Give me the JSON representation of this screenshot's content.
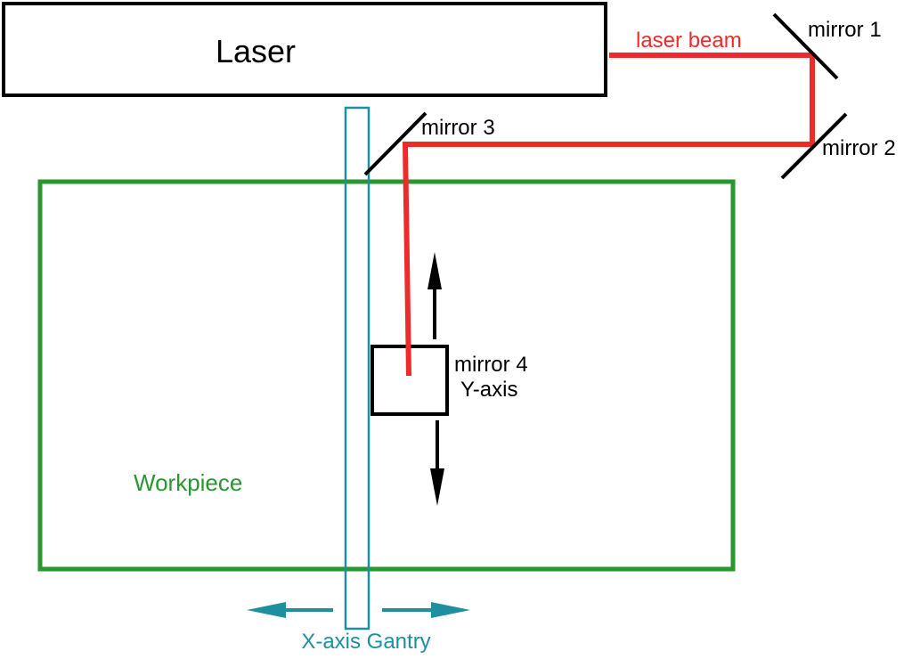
{
  "labels": {
    "laser": "Laser",
    "laser_beam": "laser beam",
    "mirror1": "mirror 1",
    "mirror2": "mirror 2",
    "mirror3": "mirror 3",
    "mirror4": "mirror 4",
    "y_axis": "Y-axis",
    "workpiece": "Workpiece",
    "x_axis_gantry": "X-axis Gantry"
  },
  "colors": {
    "beam": "#ee2b2b",
    "workpiece": "#2a962f",
    "gantry": "#1e8f9f",
    "ink": "#000000"
  }
}
